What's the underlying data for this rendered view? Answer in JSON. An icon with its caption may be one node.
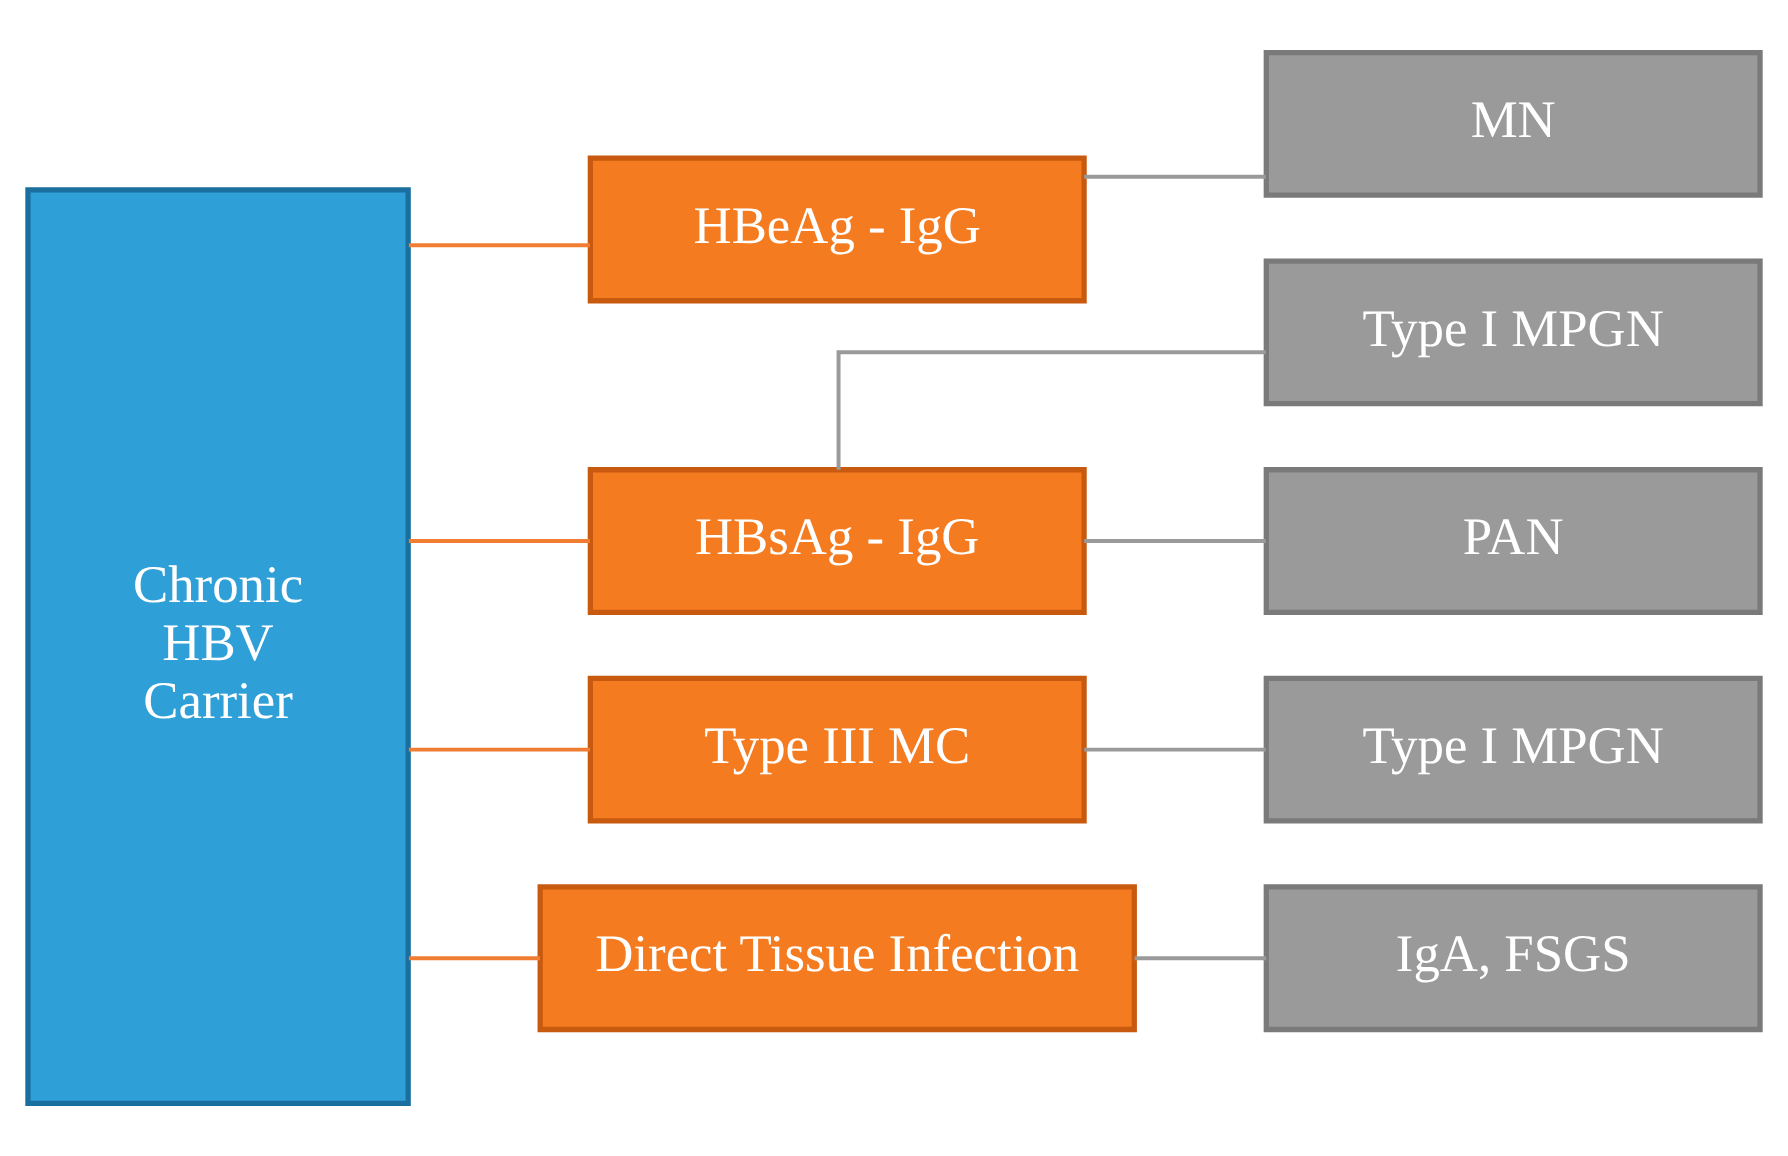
{
  "diagram": {
    "nodes": [
      {
        "text": [
          "Chronic HBV Carrier"
        ]
      },
      {
        "text": [
          "HBeAg - IgG"
        ]
      },
      {
        "text": [
          "HBsAg - IgG"
        ]
      },
      {
        "text": [
          "Type III MC"
        ]
      },
      {
        "text": [
          "Direct Tissue Infection"
        ]
      },
      {
        "text": [
          "MN"
        ]
      },
      {
        "text": [
          "Type I MPGN"
        ]
      },
      {
        "text": [
          "PAN"
        ]
      },
      {
        "text": [
          "Type I MPGN"
        ]
      },
      {
        "text": [
          "IgA, FSGS"
        ]
      }
    ],
    "edges": [
      {
        "from": 0,
        "to": 1,
        "arrow": "none",
        "color": "#f07d32"
      },
      {
        "from": 0,
        "to": 2,
        "arrow": "none",
        "color": "#f07d32"
      },
      {
        "from": 0,
        "to": 3,
        "arrow": "none",
        "color": "#f07d32"
      },
      {
        "from": 0,
        "to": 4,
        "arrow": "none",
        "color": "#f07d32"
      },
      {
        "from": 1,
        "to": 5,
        "arrow": "none"
      },
      {
        "from": 2,
        "to": 6,
        "arrow": "none"
      },
      {
        "from": 2,
        "to": 7,
        "arrow": "none"
      },
      {
        "from": 3,
        "to": 8,
        "arrow": "none"
      },
      {
        "from": 4,
        "to": 9,
        "arrow": "none"
      }
    ]
  }
}
